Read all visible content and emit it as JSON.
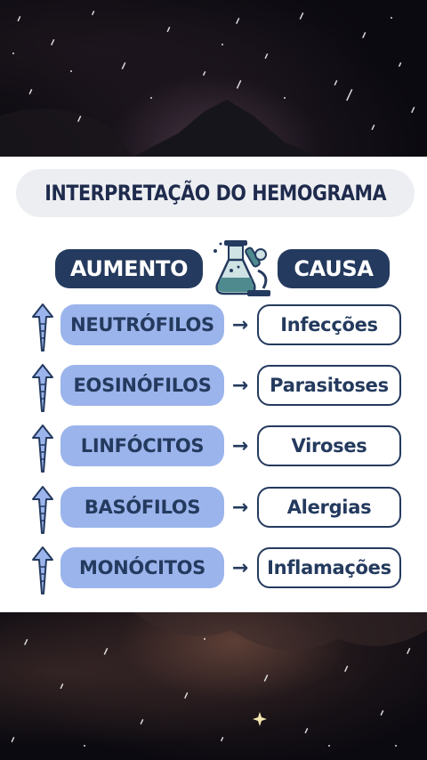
{
  "title": "INTERPRETAÇÃO DO HEMOGRAMA",
  "header": {
    "left_label": "AUMENTO",
    "right_label": "CAUSA",
    "icon": "flask-microscope-icon"
  },
  "rows": [
    {
      "name": "NEUTRÓFILOS",
      "arrow": "→",
      "cause": "Infecções"
    },
    {
      "name": "EOSINÓFILOS",
      "arrow": "→",
      "cause": "Parasitoses"
    },
    {
      "name": "LINFÓCITOS",
      "arrow": "→",
      "cause": "Viroses"
    },
    {
      "name": "BASÓFILOS",
      "arrow": "→",
      "cause": "Alergias"
    },
    {
      "name": "MONÓCITOS",
      "arrow": "→",
      "cause": "Inflamações"
    }
  ],
  "colors": {
    "navy": "#243a5e",
    "light_blue": "#9bb4ec",
    "title_bg": "#eceef2",
    "flask_teal": "#4e8a8e"
  }
}
